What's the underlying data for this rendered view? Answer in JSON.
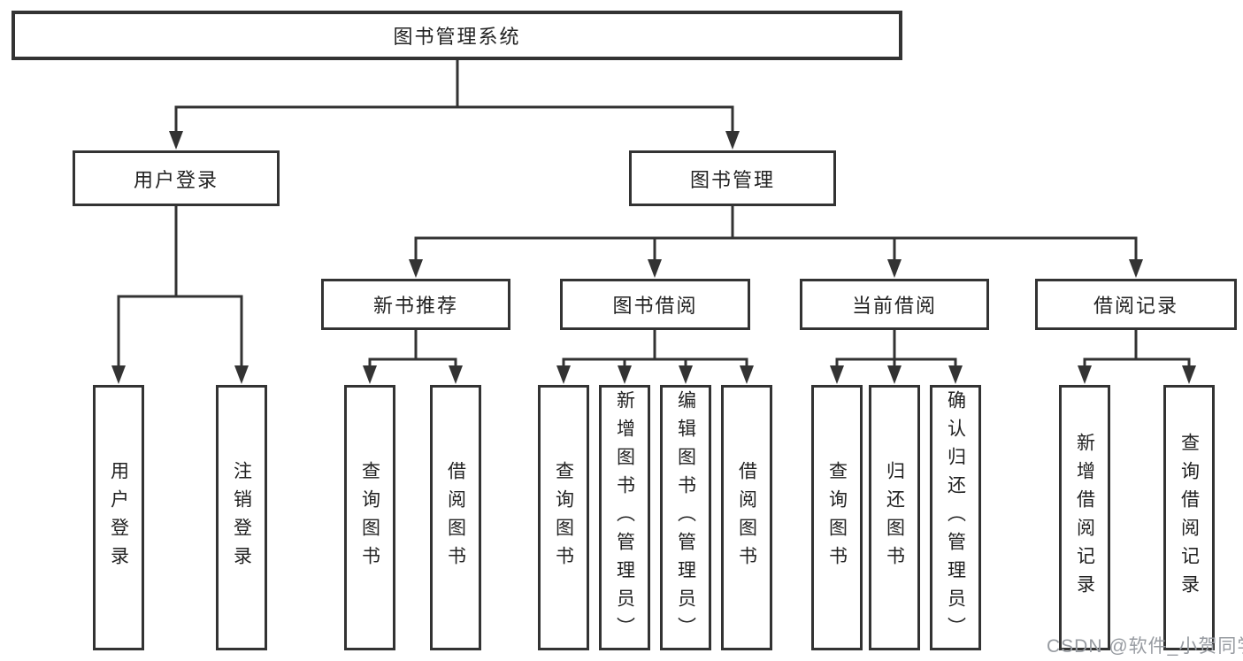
{
  "diagram": {
    "root": {
      "label": "图书管理系统"
    },
    "branches": [
      {
        "label": "用户登录",
        "children": [
          {
            "label": "用户登录"
          },
          {
            "label": "注销登录"
          }
        ]
      },
      {
        "label": "图书管理",
        "children": [
          {
            "label": "新书推荐",
            "children": [
              {
                "label": "查询图书"
              },
              {
                "label": "借阅图书"
              }
            ]
          },
          {
            "label": "图书借阅",
            "children": [
              {
                "label": "查询图书"
              },
              {
                "label": "新增图书（管理员）"
              },
              {
                "label": "编辑图书（管理员）"
              },
              {
                "label": "借阅图书"
              }
            ]
          },
          {
            "label": "当前借阅",
            "children": [
              {
                "label": "查询图书"
              },
              {
                "label": "归还图书"
              },
              {
                "label": "确认归还（管理员）"
              }
            ]
          },
          {
            "label": "借阅记录",
            "children": [
              {
                "label": "新增借阅记录"
              },
              {
                "label": "查询借阅记录"
              }
            ]
          }
        ]
      }
    ]
  },
  "watermark": {
    "text": "CSDN @软件_小贺同学"
  },
  "colors": {
    "line": "#333333",
    "text": "#222222",
    "watermark": "#979ba1",
    "background": "#ffffff"
  }
}
